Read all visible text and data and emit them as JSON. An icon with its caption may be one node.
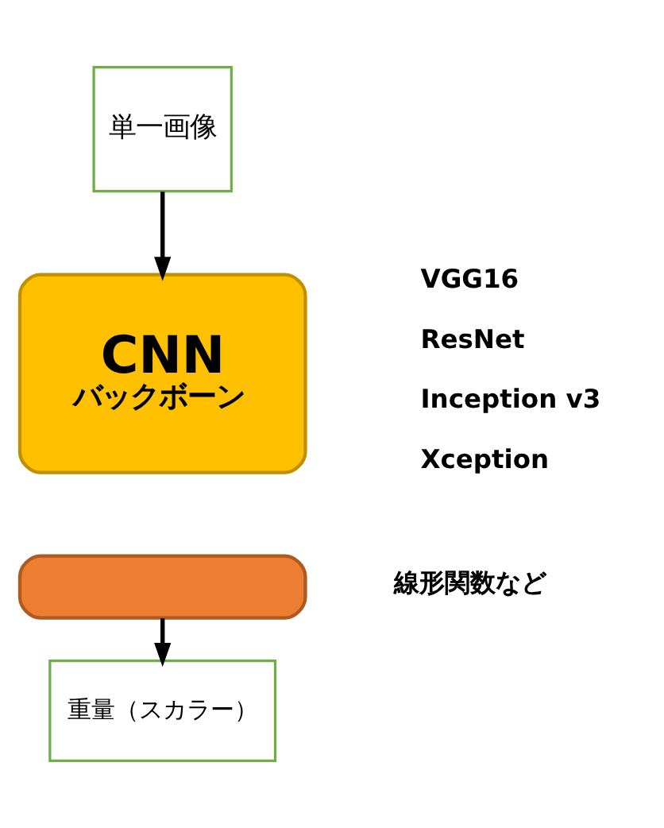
{
  "diagram": {
    "nodes": [
      {
        "text": [
          "単一画像"
        ]
      },
      {
        "text": [
          "CNN",
          "バックボーン"
        ]
      },
      {
        "text": [],
        "shape": "bar"
      },
      {
        "text": [
          "重量（スカラー）"
        ]
      }
    ],
    "edges": [
      {
        "from": 0,
        "to": 1,
        "arrow": "to"
      },
      {
        "from": 2,
        "to": 3,
        "arrow": "to"
      }
    ],
    "labels": [
      "VGG16",
      "ResNet",
      "Inception v3",
      "Xception",
      "線形関数など"
    ]
  }
}
